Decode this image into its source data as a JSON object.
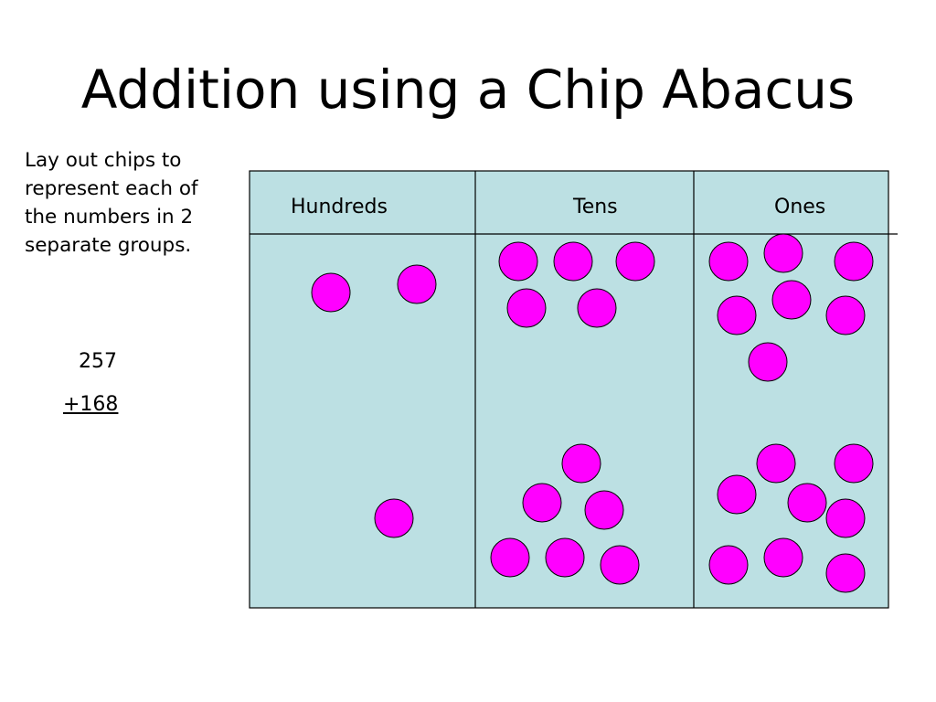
{
  "slide": {
    "title": "Addition using a Chip Abacus",
    "instructions": "Lay out chips to represent each of the numbers in 2 separate groups.",
    "addend_top": "257",
    "addend_bottom": "+168"
  },
  "colors": {
    "board": "#bce0e3",
    "chip": "#ff00ff",
    "line": "#000000"
  },
  "columns": [
    {
      "label": "Hundreds",
      "top_group_chips": 2,
      "bottom_group_chips": 1
    },
    {
      "label": "Tens",
      "top_group_chips": 5,
      "bottom_group_chips": 6
    },
    {
      "label": "Ones",
      "top_group_chips": 7,
      "bottom_group_chips": 8
    }
  ]
}
